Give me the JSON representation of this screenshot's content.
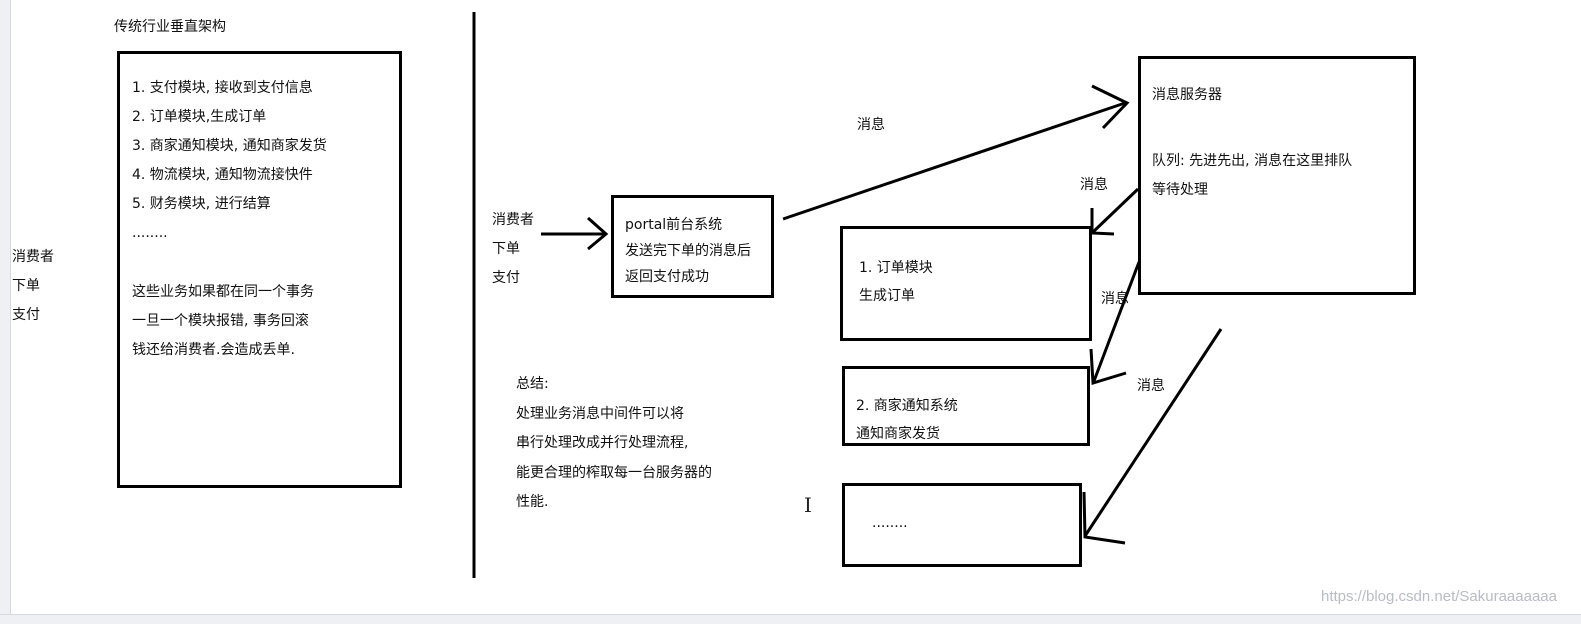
{
  "left": {
    "title": "传统行业垂直架构",
    "actor": [
      "消费者",
      "下单",
      "支付"
    ],
    "box_lines": [
      "1. 支付模块, 接收到支付信息",
      "2. 订单模块,生成订单",
      "3. 商家通知模块, 通知商家发货",
      "4. 物流模块, 通知物流接快件",
      "5. 财务模块, 进行结算",
      "........"
    ],
    "box_note": [
      "这些业务如果都在同一个事务",
      "一旦一个模块报错, 事务回滚",
      "钱还给消费者.会造成丢单."
    ]
  },
  "right": {
    "actor": [
      "消费者",
      "下单",
      "支付"
    ],
    "portal": [
      "portal前台系统",
      "发送完下单的消息后",
      "返回支付成功"
    ],
    "server": {
      "title": "消息服务器",
      "desc": [
        "队列: 先进先出, 消息在这里排队",
        "等待处理"
      ]
    },
    "modules": {
      "order": [
        "1. 订单模块",
        "生成订单"
      ],
      "merchant": [
        "2. 商家通知系统",
        "通知商家发货"
      ],
      "more": "........"
    },
    "labels": {
      "msg_top": "消息",
      "msg_order": "消息",
      "msg_merchant": "消息",
      "msg_more": "消息"
    },
    "summary": [
      "总结:",
      "处理业务消息中间件可以将",
      "串行处理改成并行处理流程,",
      "能更合理的榨取每一台服务器的",
      "性能."
    ]
  },
  "watermark": "https://blog.csdn.net/Sakuraaaaaaa",
  "icons": {
    "cursor": "text-cursor-icon"
  }
}
